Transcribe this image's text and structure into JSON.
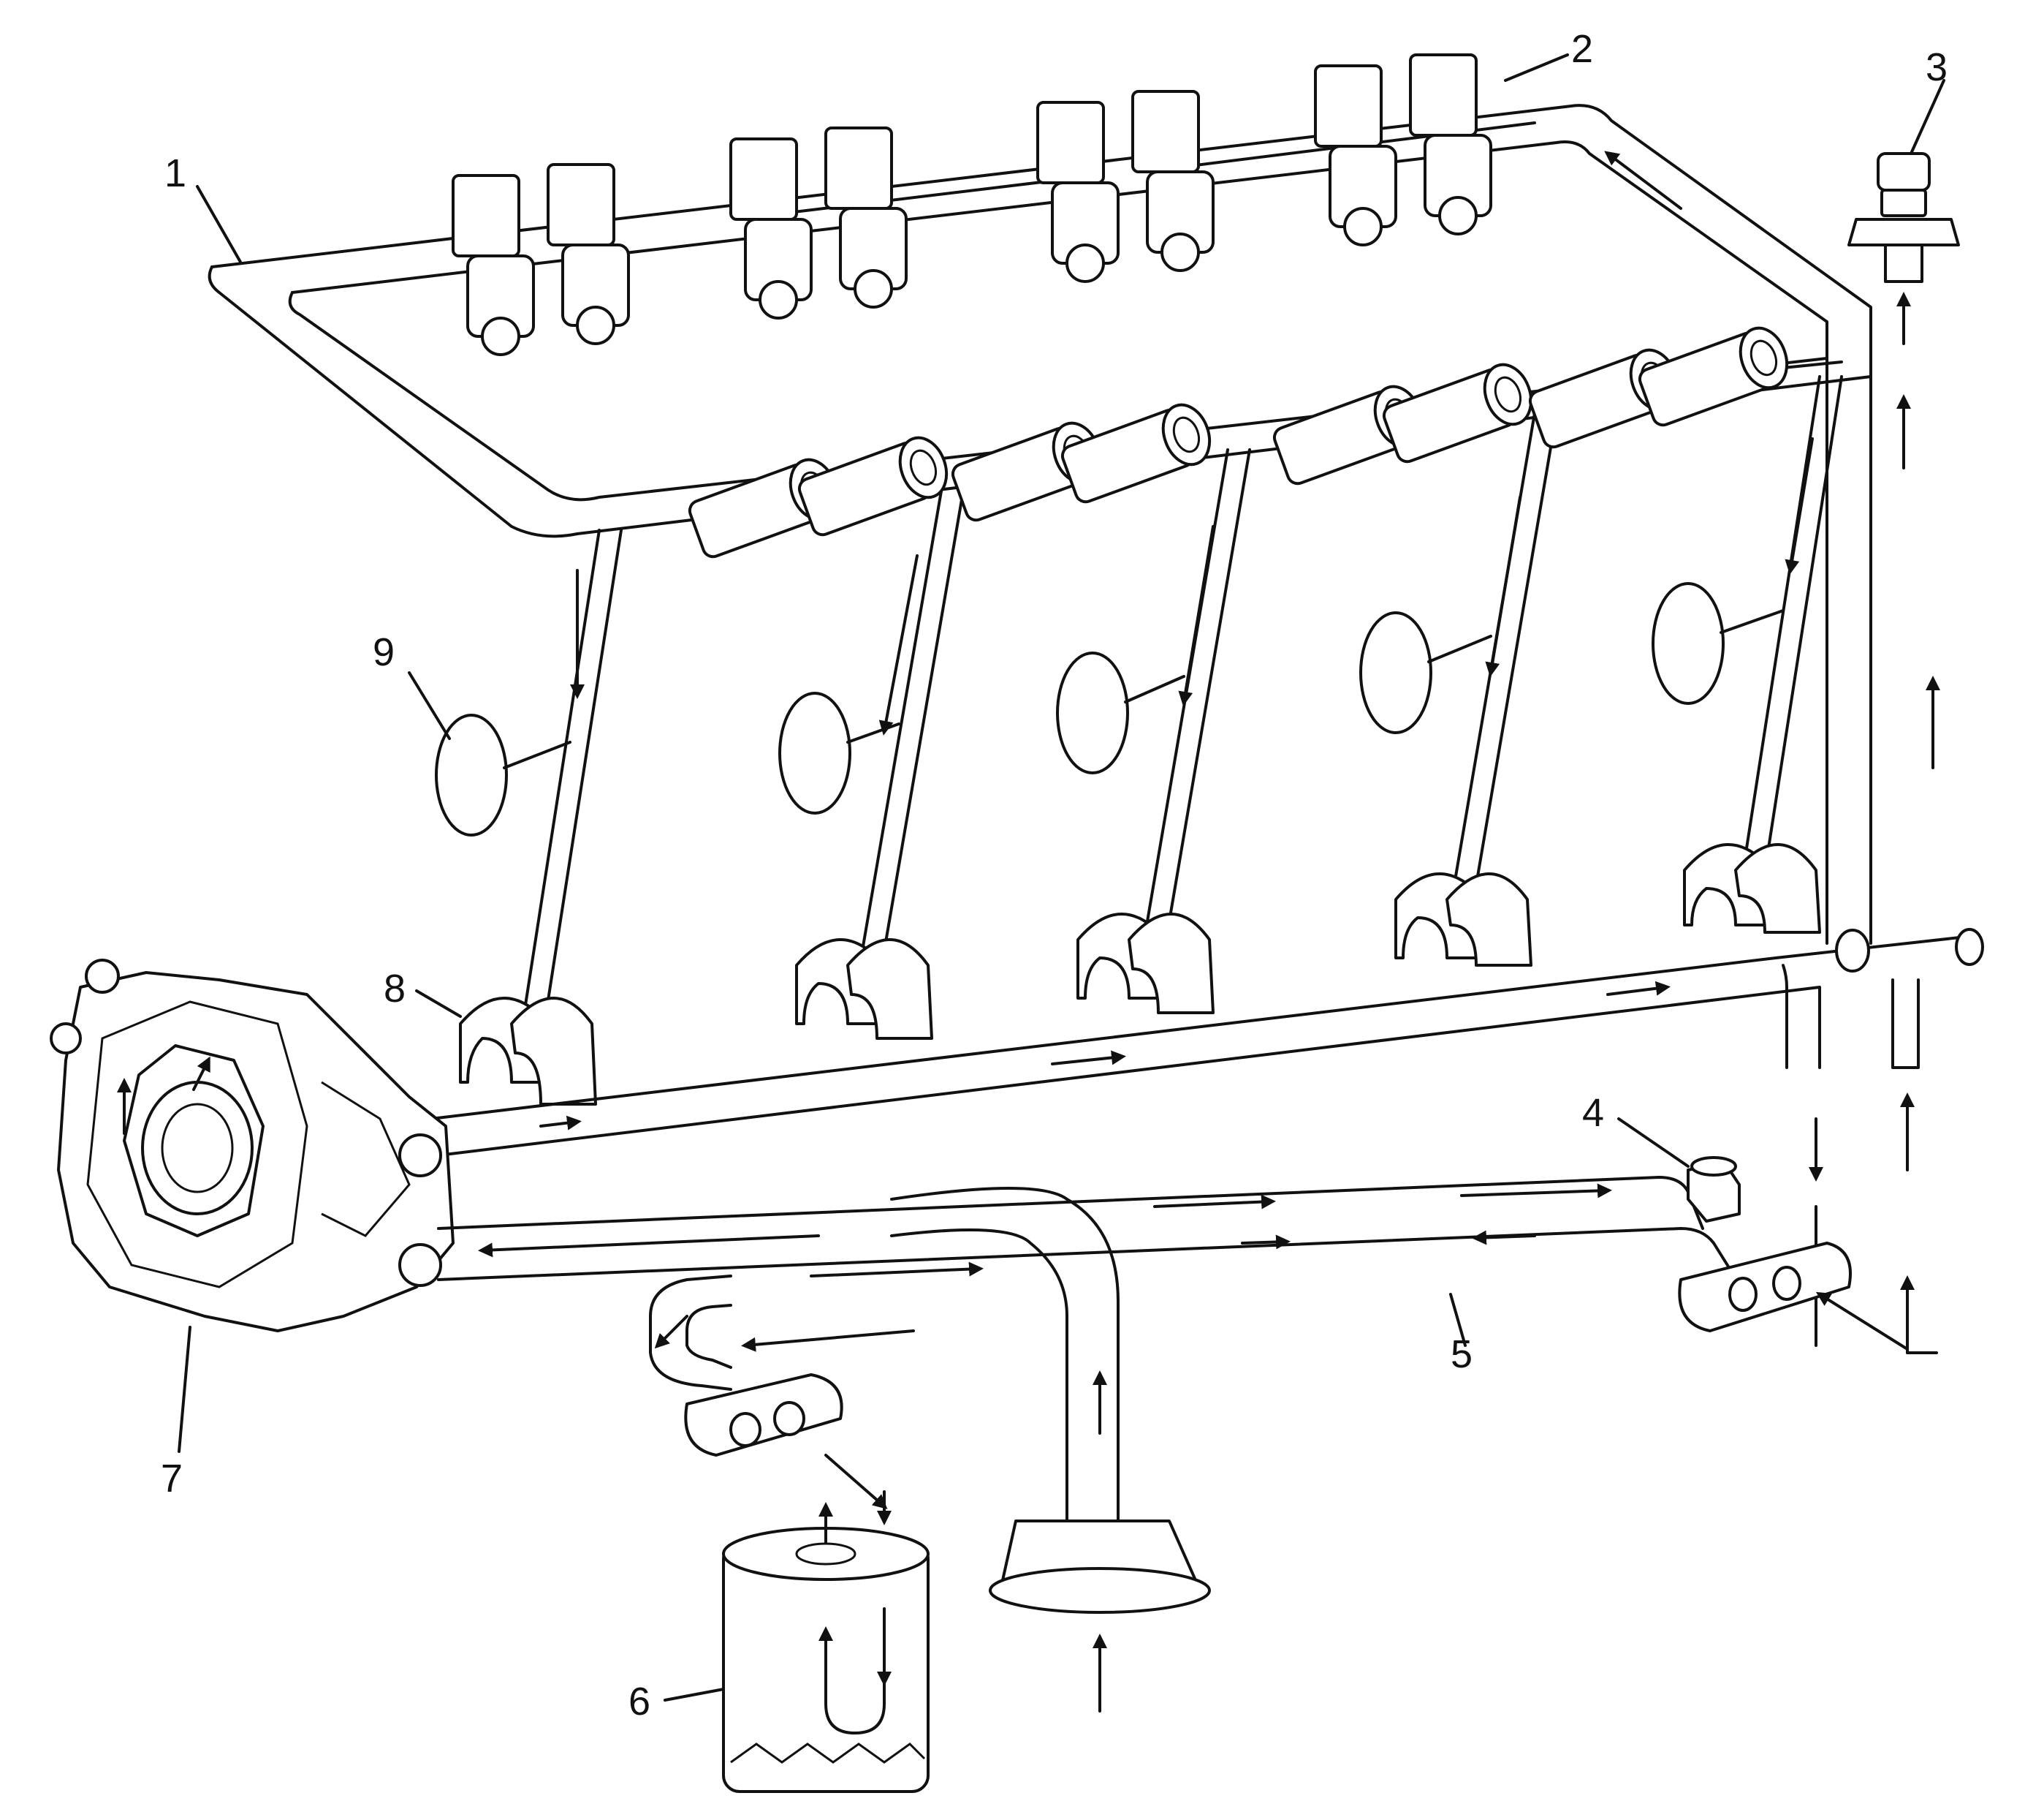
{
  "diagram": {
    "callouts": [
      "1",
      "2",
      "3",
      "4",
      "5",
      "6",
      "7",
      "8",
      "9"
    ],
    "colors": {
      "line": "#111111",
      "background": "#ffffff"
    }
  }
}
